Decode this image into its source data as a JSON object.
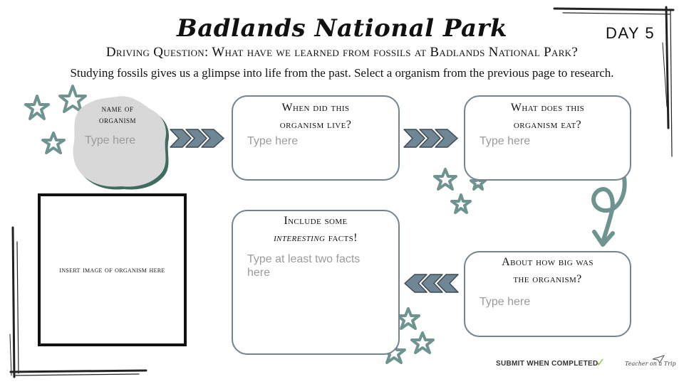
{
  "header": {
    "title": "Badlands National Park",
    "day": "DAY 5",
    "driving_question": "Driving Question: What have we learned from fossils at Badlands National Park?",
    "intro": "Studying fossils gives us a glimpse into life from the past. Select a organism from the previous page to research."
  },
  "organism": {
    "label_line1": "name of",
    "label_line2": "organism",
    "placeholder": "Type here"
  },
  "cards": {
    "when": {
      "line1": "When did this",
      "line2": "organism live?",
      "placeholder": "Type here"
    },
    "eat": {
      "line1": "What does this",
      "line2": "organism eat?",
      "placeholder": "Type here"
    },
    "facts": {
      "line1": "Include some",
      "line2_italic": "interesting",
      "line2_rest": " facts!",
      "placeholder_line1": "Type at least two facts",
      "placeholder_line2": "here"
    },
    "size": {
      "line1": "About how big was",
      "line2": "the organism?",
      "placeholder": "Type here"
    }
  },
  "image_box": {
    "label": "insert image of organism here"
  },
  "footer": {
    "submit": "SUBMIT WHEN COMPLETED",
    "check_icon": "checkmark-icon",
    "brand": "Teacher on a Trip"
  },
  "colors": {
    "accent": "#6f9490",
    "arrow_fill": "#6f8694",
    "box_border": "#74848f",
    "blob_fill": "#d8d8d8",
    "blob_shadow": "#3f6b60"
  }
}
